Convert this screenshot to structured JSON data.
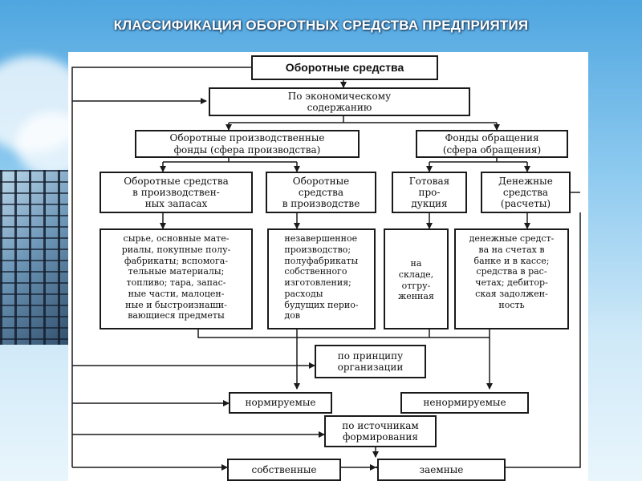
{
  "title": "КЛАССИФИКАЦИЯ ОБОРОТНЫХ СРЕДСТВА ПРЕДПРИЯТИЯ",
  "diagram": {
    "root": "Оборотные средства",
    "by_economic_content": "По экономическому\nсодержанию",
    "production_funds": "Оборотные производственные\nфонды (сфера производства)",
    "circulation_funds": "Фонды обращения\n(сфера обращения)",
    "in_stocks": "Оборотные средства\nв производствен-\nных запасах",
    "in_production": "Оборотные\nсредства\nв производстве",
    "finished_goods": "Готовая\nпро-\nдукция",
    "cash": "Денежные\nсредства\n(расчеты)",
    "stocks_detail": "сырье, основные мате-\nриалы, покупные полу-\nфабрикаты; вспомога-\nтельные материалы;\nтопливо; тара, запас-\nные части, малоцен-\nные и быстроизнаши-\nвающиеся предметы",
    "production_detail": "незавершенное\nпроизводство;\nполуфабрикаты\nсобственного\nизготовления;\nрасходы\nбудущих перио-\nдов",
    "goods_detail": "на\nскладе,\nотгру-\nженная",
    "cash_detail": "денежные средст-\nва на счетах в\nбанке и в кассе;\nсредства в рас-\nчетах; дебитор-\nская задолжен-\nность",
    "by_organization": "по принципу\nорганизации",
    "normed": "нормируемые",
    "non_normed": "ненормируемые",
    "by_sources": "по источникам\nформирования",
    "own": "собственные",
    "borrowed": "заемные"
  },
  "colors": {
    "line": "#1a1a1a",
    "title": "#ffffff"
  }
}
